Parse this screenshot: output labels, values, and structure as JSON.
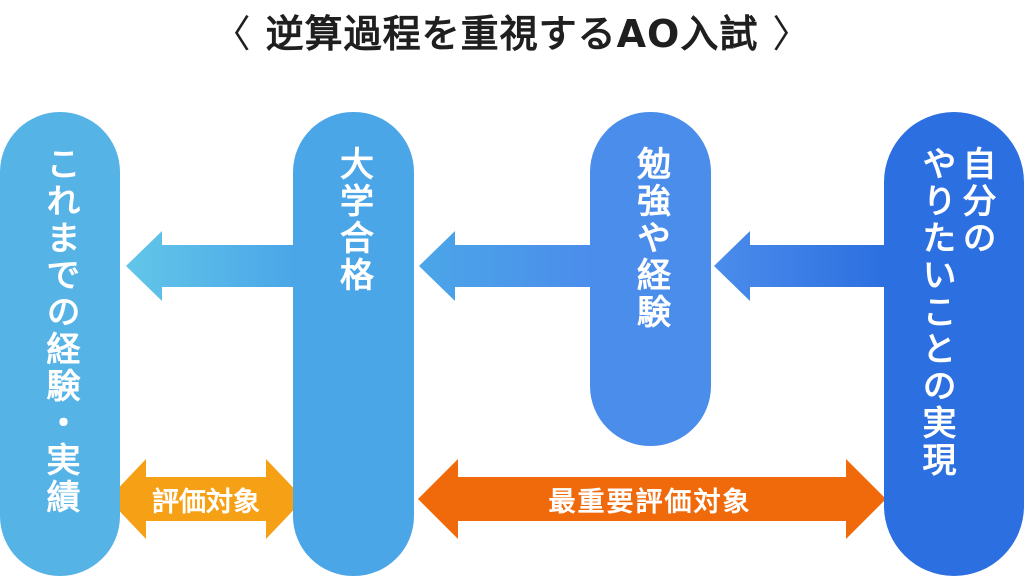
{
  "title": {
    "open_bracket": "〈",
    "text": "逆算過程を重視するAO入試",
    "close_bracket": "〉"
  },
  "columns": [
    {
      "id": "col1",
      "label": "これまでの経験・実績",
      "color": "#56b3e6"
    },
    {
      "id": "col2",
      "label": "大学合格",
      "color": "#4ba6e8"
    },
    {
      "id": "col3",
      "label": "勉強や経験",
      "color": "#4b8deb"
    },
    {
      "id": "col4",
      "label_lines": [
        "自分の",
        "やりたいことの実現"
      ],
      "color": "#2c6fe0"
    }
  ],
  "arrows": {
    "evaluation_small": {
      "label": "評価対象",
      "color": "#f5a015"
    },
    "evaluation_large": {
      "label": "最重要評価対象",
      "color": "#f06a0c"
    }
  }
}
